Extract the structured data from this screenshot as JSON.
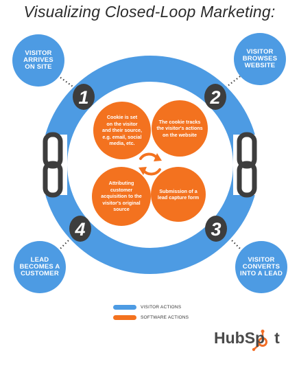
{
  "title": "Visualizing Closed-Loop Marketing:",
  "colors": {
    "blue": "#4d9be3",
    "orange": "#f3721f",
    "dark": "#3d3d3d"
  },
  "steps": [
    {
      "number": "1",
      "blue_label": "VISITOR\nARRIVES\nON SITE",
      "orange_label": "Cookie is set\non the visitor\nand their source,\ne.g. email, social\nmedia, etc."
    },
    {
      "number": "2",
      "blue_label": "VISITOR\nBROWSES\nWEBSITE",
      "orange_label": "The cookie tracks\nthe visitor's actions\non the website"
    },
    {
      "number": "3",
      "blue_label": "VISITOR\nCONVERTS\nINTO A LEAD",
      "orange_label": "Submission of a\nlead capture form"
    },
    {
      "number": "4",
      "blue_label": "LEAD\nBECOMES A\nCUSTOMER",
      "orange_label": "Attributing\ncustomer\nacquisition to the\nvisitor's original\nsource"
    }
  ],
  "legend": [
    {
      "label": "VISITOR ACTIONS",
      "color": "#4d9be3"
    },
    {
      "label": "SOFTWARE ACTIONS",
      "color": "#f3721f"
    }
  ],
  "brand": {
    "pre": "HubSp",
    "dot": "o",
    "post": "t"
  }
}
